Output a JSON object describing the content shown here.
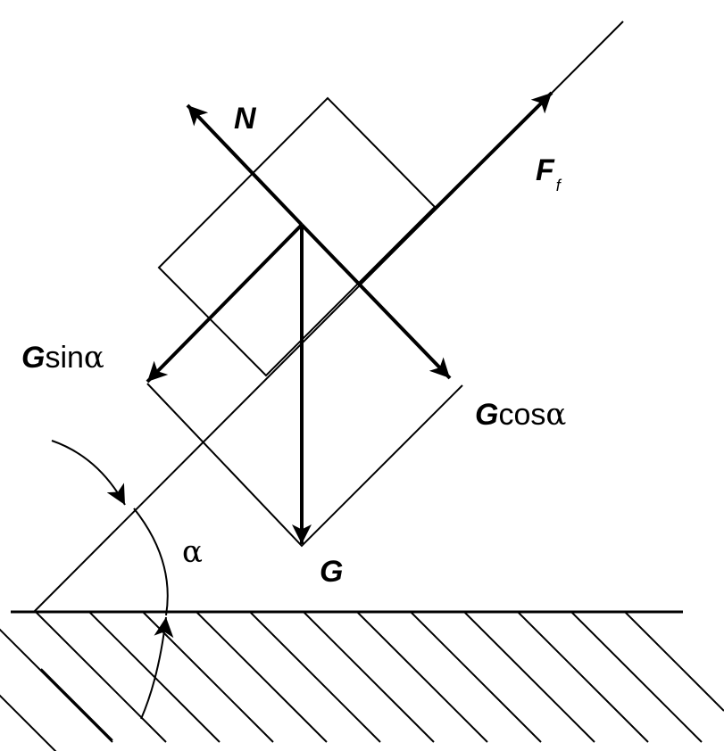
{
  "diagram": {
    "labels": {
      "normal_force": "N",
      "friction_main": "F",
      "friction_sub": "f",
      "gravity_sin_prefix": "G",
      "gravity_sin_suffix": "sin",
      "gravity_sin_greek": "α",
      "gravity_cos_prefix": "G",
      "gravity_cos_suffix": "cos",
      "gravity_cos_greek": "α",
      "gravity": "G",
      "angle": "α"
    },
    "colors": {
      "stroke": "#000000",
      "background": "#ffffff"
    }
  }
}
